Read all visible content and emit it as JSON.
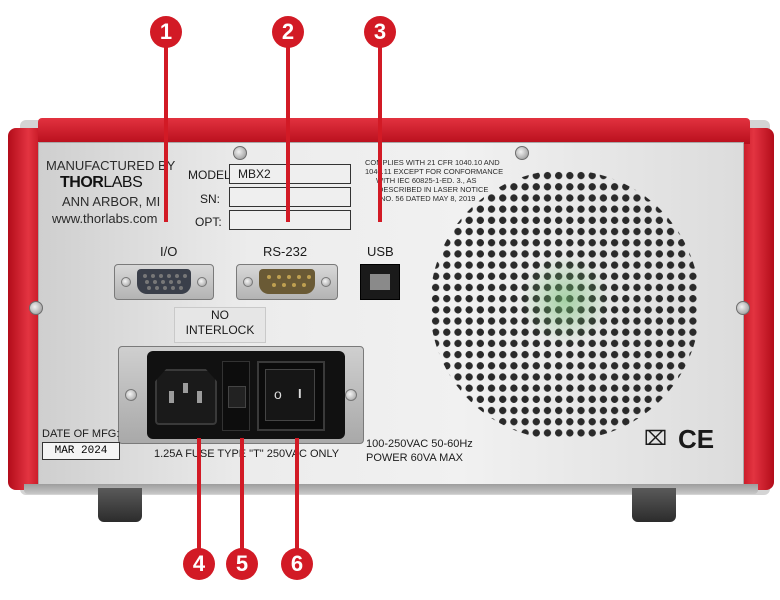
{
  "manufacturer": {
    "line1": "MANUFACTURED BY",
    "brand_bold": "THOR",
    "brand_light": "LABS",
    "city": "ANN ARBOR, MI",
    "website": "www.thorlabs.com"
  },
  "id_plate": {
    "model_label": "MODEL:",
    "model_value": "MBX2",
    "sn_label": "SN:",
    "opt_label": "OPT:"
  },
  "compliance": {
    "line1": "COMPLIES WITH 21 CFR 1040.10 AND",
    "line2": "1040.11 EXCEPT FOR CONFORMANCE",
    "line3": "WITH IEC 60825-1-ED. 3., AS",
    "line4": "DESCRIBED IN LASER NOTICE",
    "line5": "NO. 56 DATED MAY 8, 2019"
  },
  "ports": {
    "io": "I/O",
    "rs232": "RS-232",
    "usb": "USB"
  },
  "interlock": {
    "line1": "NO",
    "line2": "INTERLOCK"
  },
  "date_of_mfg": {
    "label": "DATE OF MFG:",
    "value": "MAR 2024"
  },
  "fuse_text": "1.25A FUSE TYPE \"T\" 250VAC ONLY",
  "power": {
    "line1": "100-250VAC 50-60Hz",
    "line2": "POWER 60VA MAX"
  },
  "switch_symbols": {
    "off": "o",
    "on": "I"
  },
  "marks": {
    "ce": "CE",
    "weee": "⌧"
  },
  "callouts": [
    "1",
    "2",
    "3",
    "4",
    "5",
    "6"
  ],
  "colors": {
    "accent_red": "#d21a25",
    "chassis_red": "#c8121f"
  }
}
